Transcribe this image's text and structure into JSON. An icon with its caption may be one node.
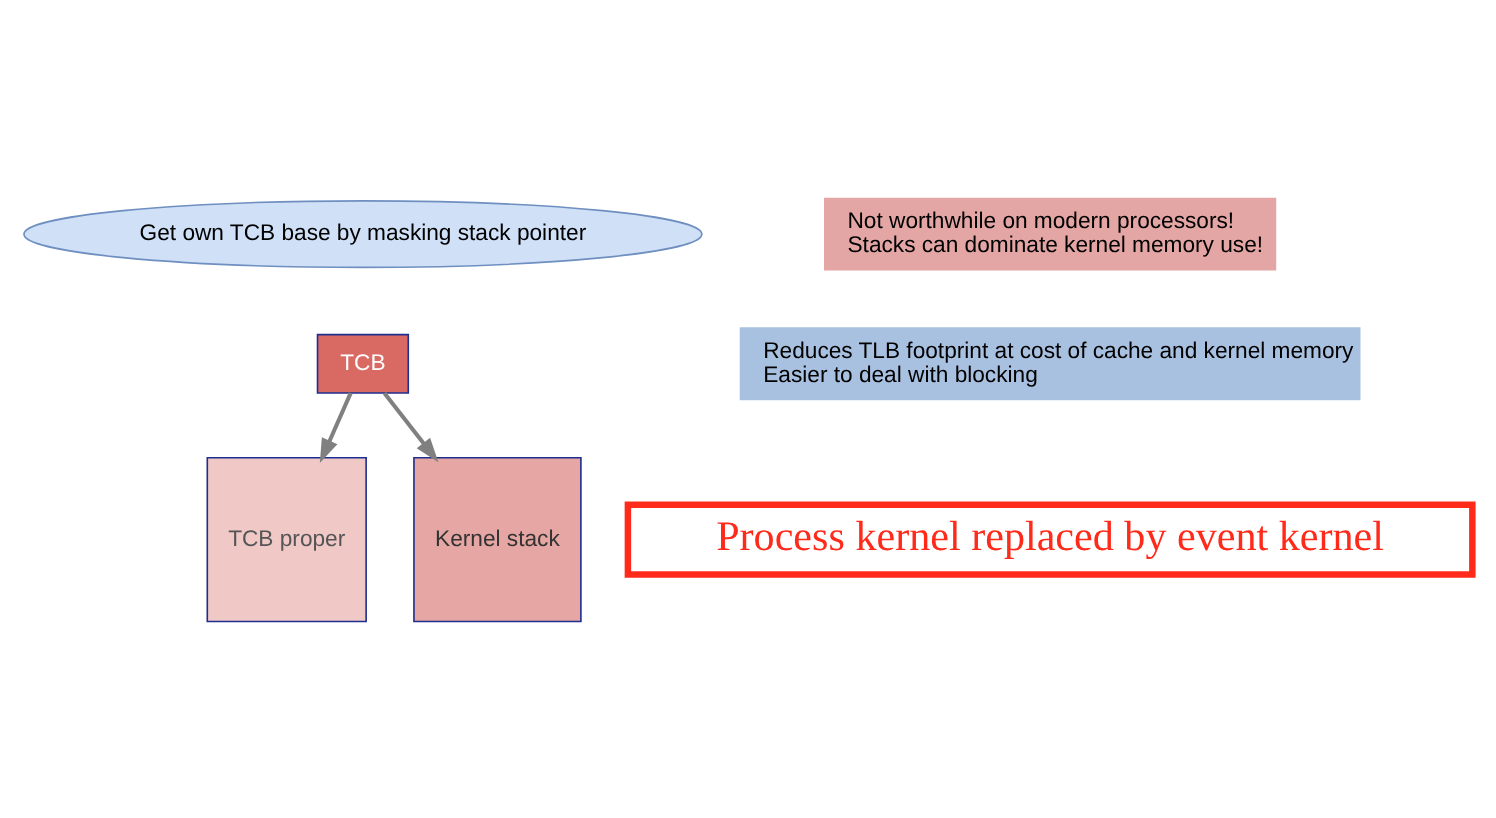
{
  "diagram": {
    "nodes": [
      {
        "text": [
          "Get own TCB base by masking stack pointer"
        ]
      },
      {
        "text": [
          "Not worthwhile on modern processors!",
          "Stacks can dominate kernel memory use!"
        ]
      },
      {
        "text": [
          "TCB"
        ]
      },
      {
        "text": [
          "TCB proper"
        ]
      },
      {
        "text": [
          "Kernel stack"
        ]
      },
      {
        "text": [
          "Reduces TLB footprint at cost of cache and kernel memory",
          "Easier to deal with blocking"
        ]
      },
      {
        "text": [
          "Process kernel replaced by event kernel"
        ]
      }
    ],
    "edges": [
      {
        "from": 2,
        "to": 3,
        "arrow": "to"
      },
      {
        "from": 2,
        "to": 4,
        "arrow": "to"
      }
    ]
  }
}
